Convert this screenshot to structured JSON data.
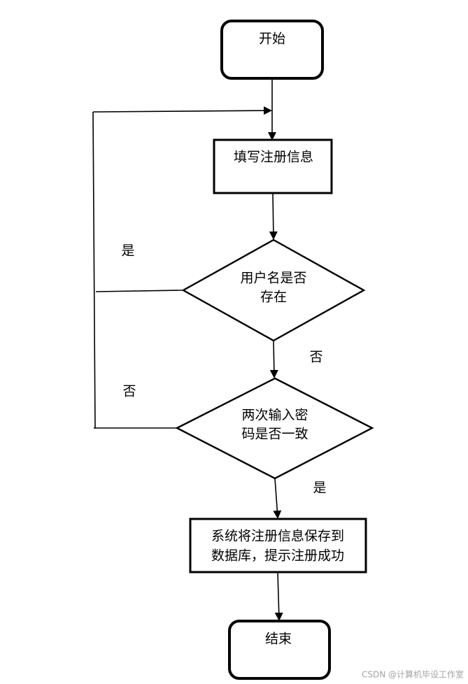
{
  "nodes": {
    "start": {
      "label": "开始"
    },
    "fill_info": {
      "label": "填写注册信息"
    },
    "user_exists": {
      "line1": "用户名是否",
      "line2": "存在"
    },
    "password_match": {
      "line1": "两次输入密",
      "line2": "码是否一致"
    },
    "save_db": {
      "line1": "系统将注册信息保存到",
      "line2": "数据库，提示注册成功"
    },
    "end": {
      "label": "结束"
    }
  },
  "edges": {
    "user_exists_yes": "是",
    "user_exists_no": "否",
    "password_match_no": "否",
    "password_match_yes": "是"
  },
  "watermark": "CSDN @计算机毕设工作室"
}
